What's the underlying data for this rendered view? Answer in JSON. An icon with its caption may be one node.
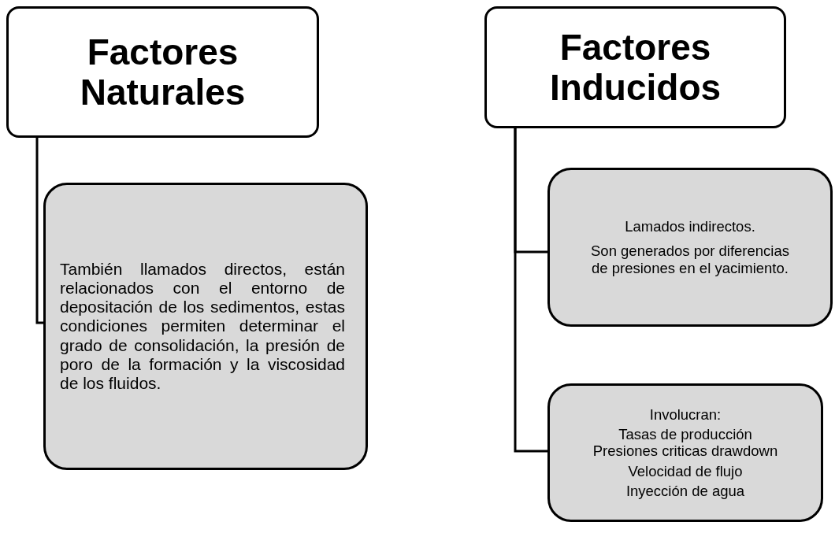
{
  "diagram": {
    "nodes": [
      {
        "text": [
          "Factores Naturales"
        ]
      },
      {
        "text": [
          "También llamados directos, están relacionados con el entorno de depositación de los sedimentos, estas condiciones permiten determinar el grado de consolidación, la presión de poro de la formación y la viscosidad de los fluidos."
        ]
      },
      {
        "text": [
          "Factores Inducidos"
        ]
      },
      {
        "text": [
          "Lamados indirectos.",
          "Son generados por diferencias de presiones en el yacimiento."
        ]
      },
      {
        "text": [
          "Involucran:",
          "Tasas de producción",
          "Presiones criticas drawdown",
          "Velocidad de flujo",
          "Inyección de agua"
        ]
      }
    ],
    "edges": [
      {
        "from": 0,
        "to": 1,
        "arrow": "none"
      },
      {
        "from": 2,
        "to": 3,
        "arrow": "none"
      },
      {
        "from": 2,
        "to": 4,
        "arrow": "none"
      }
    ]
  }
}
